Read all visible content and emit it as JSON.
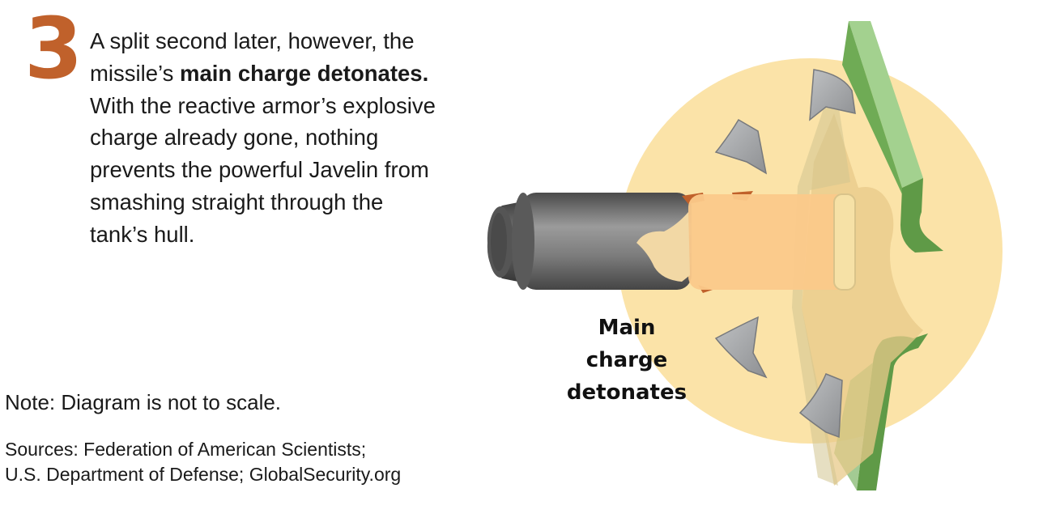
{
  "step": {
    "number": "3",
    "text_1": "A split second later, however, the missile’s ",
    "text_bold": "main charge detonates.",
    "text_2": " With the reactive armor’s explosive charge already gone, nothing prevents the powerful Javelin from smashing straight through the tank’s hull."
  },
  "callout": {
    "line1": "Main",
    "line2": "charge",
    "line3": "detonates"
  },
  "note": "Note: Diagram is not to scale.",
  "sources": {
    "line1": "Sources: Federation of American Scientists;",
    "line2": "U.S. Department of Defense; GlobalSecurity.org"
  },
  "colors": {
    "accent": "#c0612b",
    "blast_circle": "#fbe3a8",
    "charge": "#fbc98a",
    "armor_green": "#5f9a47",
    "armor_light_green": "#a3d18f",
    "shrapnel": "#a7a9ac",
    "missile_casing": "#7a7a7a"
  }
}
